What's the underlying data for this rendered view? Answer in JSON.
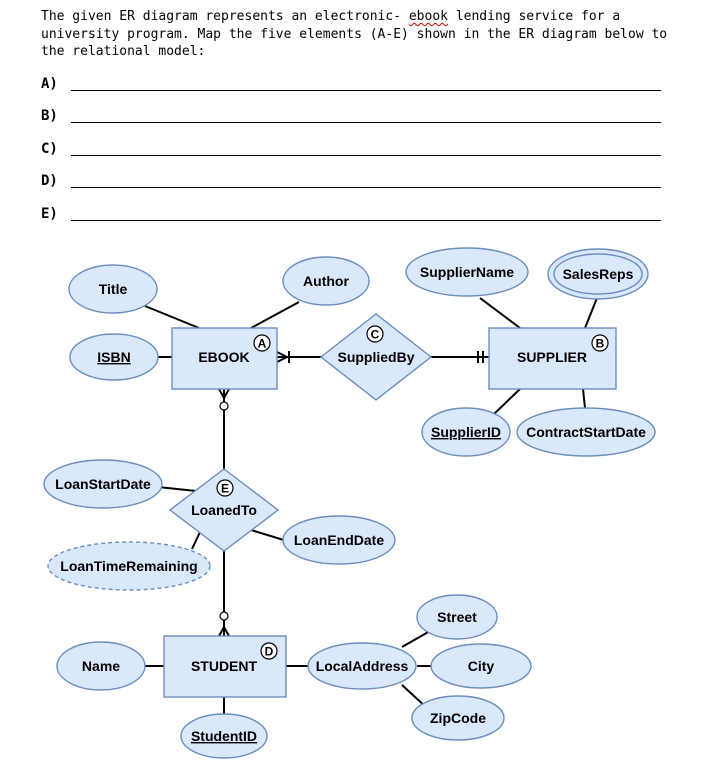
{
  "question": {
    "before_ebook": "The given ER diagram represents an electronic- ",
    "ebook_word": "ebook",
    "after_ebook": " lending service for a university program. Map the five elements (A-E) shown in the ER diagram below to the relational model:"
  },
  "answers": [
    {
      "label": "A)"
    },
    {
      "label": "B)"
    },
    {
      "label": "C)"
    },
    {
      "label": "D)"
    },
    {
      "label": "E)"
    }
  ],
  "entities": {
    "ebook": "EBOOK",
    "supplier": "SUPPLIER",
    "student": "STUDENT"
  },
  "relationships": {
    "supplied_by": "SuppliedBy",
    "loaned_to": "LoanedTo"
  },
  "attributes": {
    "title": "Title",
    "author": "Author",
    "isbn": "ISBN",
    "supplier_name": "SupplierName",
    "sales_reps": "SalesReps",
    "supplier_id": "SupplierID",
    "contract_start_date": "ContractStartDate",
    "loan_start_date": "LoanStartDate",
    "loan_end_date": "LoanEndDate",
    "loan_time_remaining": "LoanTimeRemaining",
    "name": "Name",
    "student_id": "StudentID",
    "local_address": "LocalAddress",
    "street": "Street",
    "city": "City",
    "zip_code": "ZipCode"
  },
  "markers": {
    "a": "A",
    "b": "B",
    "c": "C",
    "d": "D",
    "e": "E"
  },
  "colors": {
    "fill": "#dae8fc",
    "stroke": "#6c8ebf"
  }
}
